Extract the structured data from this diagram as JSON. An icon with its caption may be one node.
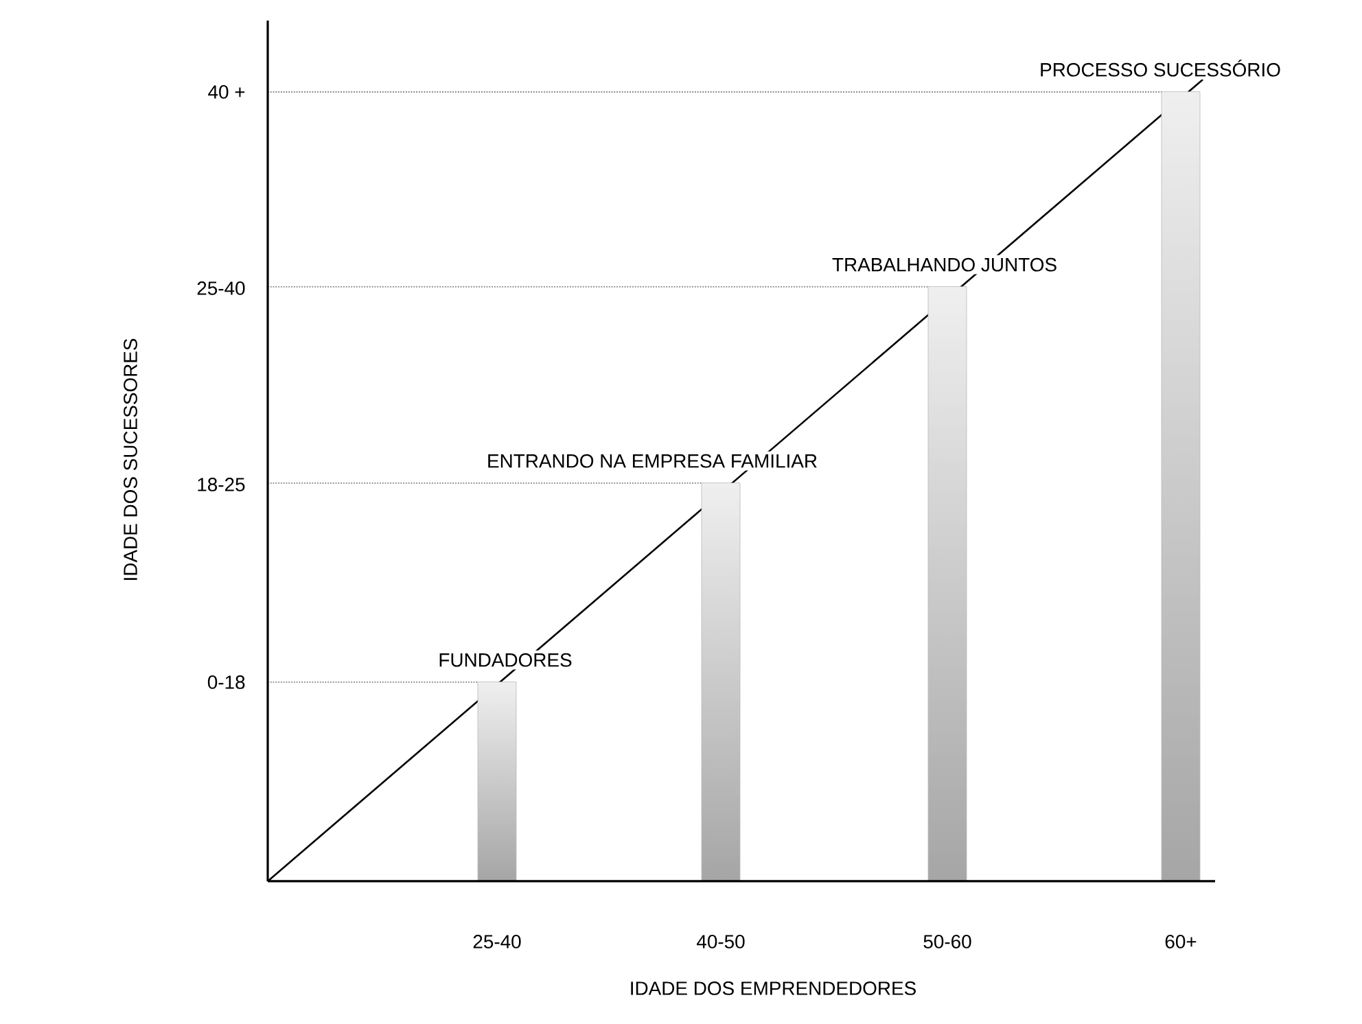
{
  "diagram": {
    "nodes": [
      {
        "text": [
          "FUNDADORES"
        ]
      },
      {
        "text": [
          "ENTRANDO NA EMPRESA FAMILIAR"
        ]
      },
      {
        "text": [
          "TRABALHANDO JUNTOS"
        ]
      },
      {
        "text": [
          "PROCESSO SUCESSÓRIO"
        ]
      }
    ],
    "labels": [
      "40 +",
      "25-40",
      "IDADE DOS SUCESSORES",
      "18-25",
      "0-18",
      "25-40",
      "40-50",
      "50-60",
      "60+",
      "IDADE DOS EMPRENDEDORES"
    ]
  }
}
